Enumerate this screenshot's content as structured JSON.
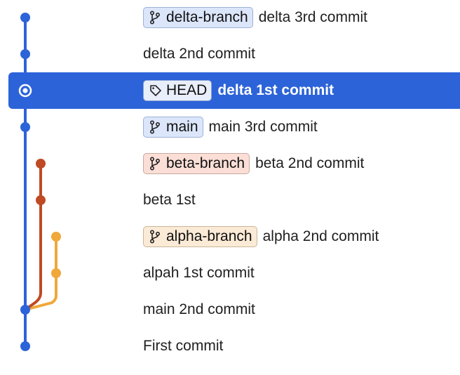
{
  "colors": {
    "selection": "#2c63d8",
    "lane_main": "#2c63d8",
    "lane_beta": "#bf4a24",
    "lane_alpha": "#f0a83a"
  },
  "commits": [
    {
      "message": "delta 3rd commit",
      "ref": {
        "label": "delta-branch",
        "type": "branch",
        "color": "blue",
        "icon": "branch-icon"
      }
    },
    {
      "message": "delta 2nd commit"
    },
    {
      "message": "delta 1st commit",
      "selected": true,
      "ref": {
        "label": "HEAD",
        "type": "tag",
        "color": "head",
        "icon": "tag-icon"
      }
    },
    {
      "message": "main 3rd commit",
      "ref": {
        "label": "main",
        "type": "branch",
        "color": "blue",
        "icon": "branch-icon"
      }
    },
    {
      "message": "beta 2nd commit",
      "ref": {
        "label": "beta-branch",
        "type": "branch",
        "color": "red",
        "icon": "branch-icon"
      }
    },
    {
      "message": "beta 1st"
    },
    {
      "message": "alpha 2nd commit",
      "ref": {
        "label": "alpha-branch",
        "type": "branch",
        "color": "orange",
        "icon": "branch-icon"
      }
    },
    {
      "message": "alpah 1st commit"
    },
    {
      "message": "main 2nd commit"
    },
    {
      "message": "First commit"
    }
  ]
}
